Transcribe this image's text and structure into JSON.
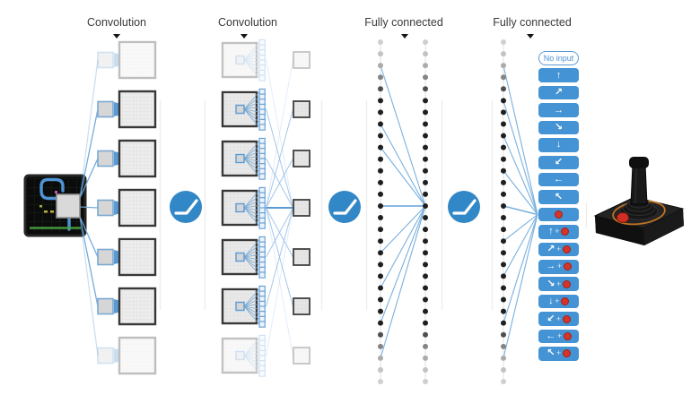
{
  "figure": {
    "description": "Deep Q-network architecture diagram: game screen input through two convolutional layers and two fully connected layers to joystick action outputs"
  },
  "labels": [
    {
      "text": "Convolution"
    },
    {
      "text": "Convolution"
    },
    {
      "text": "Fully connected"
    },
    {
      "text": "Fully connected"
    }
  ],
  "network": {
    "conv1_maps": 7,
    "conv2_maps": 7,
    "conv2_filters_per_map": 8,
    "conv2_output_maps": 7,
    "fc1_columns": 2,
    "fc2_columns": 1,
    "fc_nodes_per_column": 30,
    "activation_symbol": "relu"
  },
  "colors": {
    "accent_blue": "#3287c6",
    "button_blue": "#4493d4",
    "filter_blue": "#5b9bd5",
    "connection_blue": "#7ab0de",
    "fire_red": "#d63429",
    "dot_dark": "#1f1f1f",
    "dot_faded": "#cfcfcf",
    "screen_track_blue": "#4f94d4",
    "screen_ground_green": "#49a33c"
  },
  "actions": {
    "items": [
      {
        "label": "No input",
        "arrow": null,
        "fire": false,
        "variant": "outline",
        "name": "no-input"
      },
      {
        "label": null,
        "arrow": "↑",
        "fire": false,
        "variant": "solid",
        "name": "up"
      },
      {
        "label": null,
        "arrow": "↗",
        "fire": false,
        "variant": "solid",
        "name": "up-right"
      },
      {
        "label": null,
        "arrow": "→",
        "fire": false,
        "variant": "solid",
        "name": "right"
      },
      {
        "label": null,
        "arrow": "↘",
        "fire": false,
        "variant": "solid",
        "name": "down-right"
      },
      {
        "label": null,
        "arrow": "↓",
        "fire": false,
        "variant": "solid",
        "name": "down"
      },
      {
        "label": null,
        "arrow": "↙",
        "fire": false,
        "variant": "solid",
        "name": "down-left"
      },
      {
        "label": null,
        "arrow": "←",
        "fire": false,
        "variant": "solid",
        "name": "left"
      },
      {
        "label": null,
        "arrow": "↖",
        "fire": false,
        "variant": "solid",
        "name": "up-left"
      },
      {
        "label": null,
        "arrow": null,
        "fire": true,
        "variant": "solid",
        "name": "fire"
      },
      {
        "label": null,
        "arrow": "↑",
        "fire": true,
        "variant": "solid",
        "name": "up-fire"
      },
      {
        "label": null,
        "arrow": "↗",
        "fire": true,
        "variant": "solid",
        "name": "up-right-fire"
      },
      {
        "label": null,
        "arrow": "→",
        "fire": true,
        "variant": "solid",
        "name": "right-fire"
      },
      {
        "label": null,
        "arrow": "↘",
        "fire": true,
        "variant": "solid",
        "name": "down-right-fire"
      },
      {
        "label": null,
        "arrow": "↓",
        "fire": true,
        "variant": "solid",
        "name": "down-fire"
      },
      {
        "label": null,
        "arrow": "↙",
        "fire": true,
        "variant": "solid",
        "name": "down-left-fire"
      },
      {
        "label": null,
        "arrow": "←",
        "fire": true,
        "variant": "solid",
        "name": "left-fire"
      },
      {
        "label": null,
        "arrow": "↖",
        "fire": true,
        "variant": "solid",
        "name": "up-left-fire"
      }
    ],
    "plus_sign": "+"
  }
}
